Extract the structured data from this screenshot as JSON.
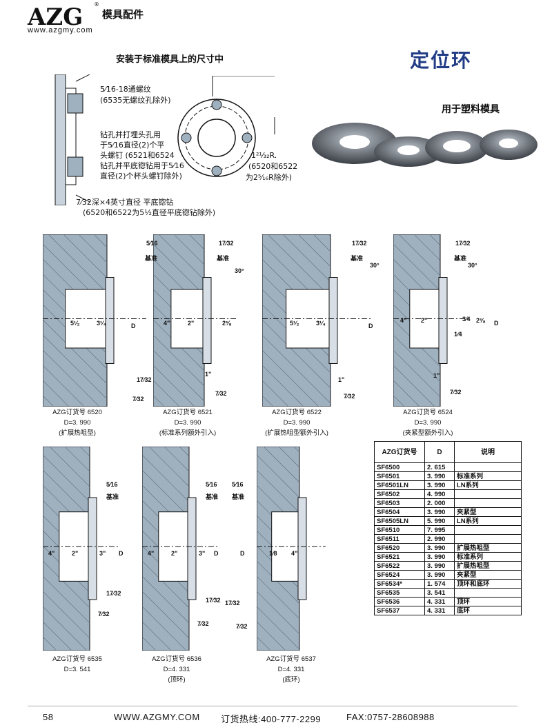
{
  "header": {
    "logo_text": "AZG",
    "website": "www.azgmy.com",
    "category": "模具配件"
  },
  "title": "定位环",
  "subtitle": "用于塑料模具",
  "top_section": {
    "caption": "安装于标准模具上的尺寸中",
    "note_thread_a": "5⁄16-18通螺纹",
    "note_thread_b": "(6535无螺纹孔除外)",
    "note_drill_1": "钻孔并打埋头孔用",
    "note_drill_2": "于5⁄16直径(2)个平",
    "note_drill_3": "头螺钉 (6521和6524",
    "note_drill_4": "钻孔并平底锪钻用于5⁄16",
    "note_drill_5": "直径(2)个杯头螺钉除外)",
    "note_radius_1": "1²¹⁄₃₂R.",
    "note_radius_2": "(6520和6522",
    "note_radius_3": "为2⁵⁄₁₆R除外)",
    "note_bottom_1": "7⁄32深×4英寸直径 平底锪钻",
    "note_bottom_2": "(6520和6522为5¹⁄₂直径平底锪钻除外)"
  },
  "drawings": [
    {
      "id": "6520",
      "caption_1": "AZG订货号 6520",
      "caption_2": "D=3. 990",
      "caption_3": "(扩展热咀型)",
      "labels": [
        "5⁄16",
        "基准",
        "5¹⁄₂",
        "3¹⁄₄",
        "D",
        "17⁄32",
        "7⁄32"
      ]
    },
    {
      "id": "6521",
      "caption_1": "AZG订货号 6521",
      "caption_2": "D=3. 990",
      "caption_3": "(标准系列额外引入)",
      "labels": [
        "17⁄32",
        "基准",
        "30°",
        "4\"",
        "2\"",
        "2³⁄₈",
        "1\"",
        "7⁄32"
      ]
    },
    {
      "id": "6522",
      "caption_1": "AZG订货号 6522",
      "caption_2": "D=3. 990",
      "caption_3": "(扩展热咀型额外引入)",
      "labels": [
        "17⁄32",
        "基准",
        "30°",
        "5¹⁄₂",
        "3¹⁄₄",
        "D",
        "1\"",
        "7⁄32"
      ]
    },
    {
      "id": "6524",
      "caption_1": "AZG订货号 6524",
      "caption_2": "D=3. 990",
      "caption_3": "(夹紧型额外引入)",
      "labels": [
        "17⁄32",
        "基准",
        "30°",
        "4\"",
        "2\"",
        "3⁄4",
        "2³⁄₈",
        "D",
        "1⁄4",
        "1\"",
        "7⁄32"
      ]
    },
    {
      "id": "6535",
      "caption_1": "AZG订货号 6535",
      "caption_2": "D=3. 541",
      "caption_3": "",
      "labels": [
        "5⁄16",
        "基准",
        "4\"",
        "2\"",
        "3\"",
        "D",
        "17⁄32",
        "7⁄32"
      ]
    },
    {
      "id": "6536",
      "caption_1": "AZG订货号 6536",
      "caption_2": "D=4. 331",
      "caption_3": "(顶环)",
      "labels": [
        "5⁄16",
        "基准",
        "4\"",
        "2\"",
        "3\"",
        "D",
        "17⁄32",
        "7⁄32"
      ]
    },
    {
      "id": "6537",
      "caption_1": "AZG订货号 6537",
      "caption_2": "D=4. 331",
      "caption_3": "(底环)",
      "labels": [
        "5⁄16",
        "基准",
        "D",
        "1⁄8",
        "4\"",
        "17⁄32",
        "7⁄32"
      ]
    }
  ],
  "table": {
    "headers": [
      "AZG订货号",
      "D",
      "说明"
    ],
    "rows": [
      [
        "SF6500",
        "2. 615",
        ""
      ],
      [
        "SF6501",
        "3. 990",
        "标准系列"
      ],
      [
        "SF6501LN",
        "3. 990",
        "LN系列"
      ],
      [
        "SF6502",
        "4. 990",
        ""
      ],
      [
        "SF6503",
        "2. 000",
        ""
      ],
      [
        "SF6504",
        "3. 990",
        "夹紧型"
      ],
      [
        "SF6505LN",
        "5. 990",
        "LN系列"
      ],
      [
        "SF6510",
        "7. 995",
        ""
      ],
      [
        "SF6511",
        "2. 990",
        ""
      ],
      [
        "SF6520",
        "3. 990",
        "扩展热咀型"
      ],
      [
        "SF6521",
        "3. 990",
        "标准系列"
      ],
      [
        "SF6522",
        "3. 990",
        "扩展热咀型"
      ],
      [
        "SF6524",
        "3. 990",
        "夹紧型"
      ],
      [
        "SF6534*",
        "1. 574",
        "顶环和底环"
      ],
      [
        "SF6535",
        "3. 541",
        ""
      ],
      [
        "SF6536",
        "4. 331",
        "顶环"
      ],
      [
        "SF6537",
        "4. 331",
        "底环"
      ]
    ]
  },
  "footer": {
    "page": "58",
    "website": "WWW.AZGMY.COM",
    "hotline": "订货热线:400-777-2299",
    "fax": "FAX:0757-28608988"
  },
  "colors": {
    "title": "#223c86",
    "drawing_fill": "#9fb0bf",
    "line": "#111111"
  }
}
